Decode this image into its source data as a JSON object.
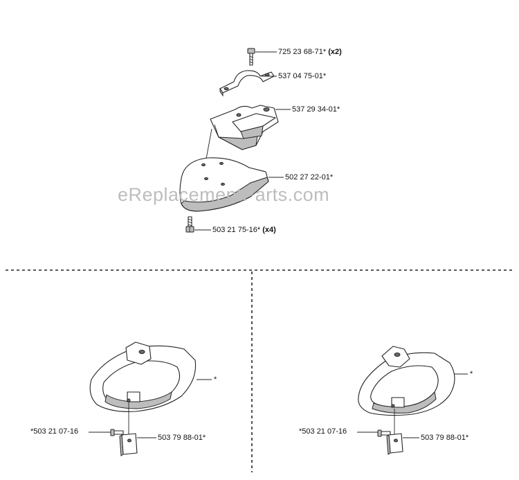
{
  "watermark": "eReplacementParts.com",
  "top_assembly": {
    "labels": [
      {
        "part": "725 23 68-71*",
        "qty": "(x2)"
      },
      {
        "part": "537 04 75-01*",
        "qty": ""
      },
      {
        "part": "537 29 34-01*",
        "qty": ""
      },
      {
        "part": "502 27 22-01*",
        "qty": ""
      },
      {
        "part": "503 21 75-16*",
        "qty": "(x4)"
      }
    ]
  },
  "left_panel": {
    "guard_mark": "*",
    "screw_label": "*503 21 07-16",
    "plate_label": "503 79 88-01*"
  },
  "right_panel": {
    "guard_mark": "*",
    "screw_label": "*503 21 07-16",
    "plate_label": "503 79 88-01*"
  }
}
